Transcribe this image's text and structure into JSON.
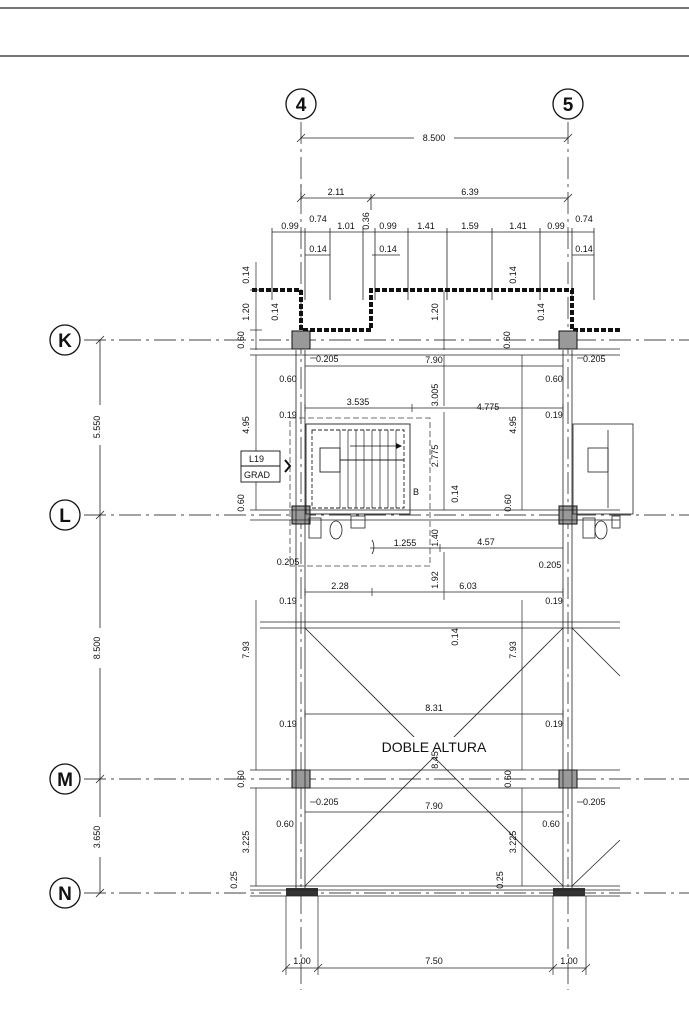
{
  "grid": {
    "columns": [
      "4",
      "5"
    ],
    "rows": [
      "K",
      "L",
      "M",
      "N"
    ]
  },
  "dims": {
    "overall": "8.500",
    "top_a": "2.11",
    "top_b": "6.39",
    "seg": [
      "0.99",
      "0.74",
      "1.01",
      "0.36",
      "0.99",
      "1.41",
      "1.59",
      "1.41",
      "0.99",
      "0.74"
    ],
    "w014": "0.14",
    "v014": "0.14",
    "v120": "1.20",
    "v060": "0.60",
    "v0205": "0.205",
    "v790": "7.90",
    "v3005": "3.005",
    "v495": "4.95",
    "v019": "0.19",
    "v3535": "3.535",
    "v4775": "4.775",
    "v2775": "2.775",
    "v1255": "1.255",
    "v457": "4.57",
    "v140": "1.40",
    "v228": "2.28",
    "v603": "6.03",
    "v192": "1.92",
    "v793": "7.93",
    "v831": "8.31",
    "v3225": "3.225",
    "v025": "0.25",
    "v100": "1.00",
    "v750": "7.50",
    "left_a": "5.550",
    "left_b": "8.500",
    "left_c": "3.650",
    "v845": "8.45"
  },
  "labels": {
    "stair_tag_1": "L19",
    "stair_tag_2": "GRAD",
    "stair_b": "B",
    "room": "DOBLE ALTURA"
  }
}
